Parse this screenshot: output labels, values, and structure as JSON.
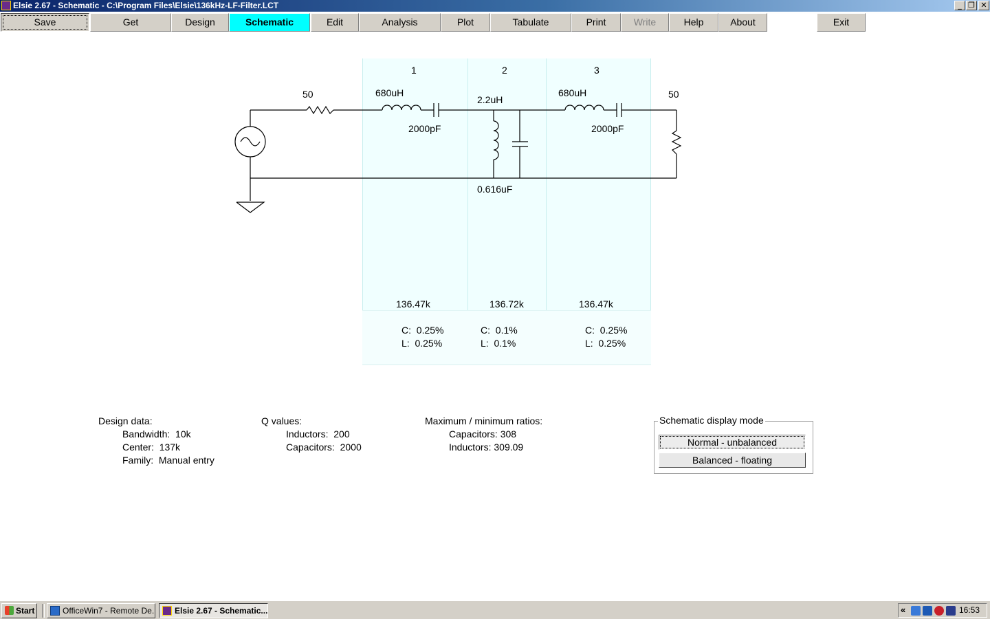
{
  "window": {
    "title": "Elsie 2.67 - Schematic - C:\\Program Files\\Elsie\\136kHz-LF-Filter.LCT",
    "controls": [
      "_",
      "❐",
      "✕"
    ]
  },
  "toolbar": {
    "save": "Save",
    "get": "Get",
    "design": "Design",
    "schematic": "Schematic",
    "edit": "Edit",
    "analysis": "Analysis",
    "plot": "Plot",
    "tabulate": "Tabulate",
    "print": "Print",
    "write": "Write",
    "help": "Help",
    "about": "About",
    "exit": "Exit"
  },
  "schematic": {
    "source_r": "50",
    "load_r": "50",
    "columns": [
      {
        "number": "1",
        "l_value": "680uH",
        "c_value": "2000pF",
        "freq": "136.47k",
        "c_tol": "C:  0.25%",
        "l_tol": "L:  0.25%"
      },
      {
        "number": "2",
        "l_value": "2.2uH",
        "c_value": "0.616uF",
        "freq": "136.72k",
        "c_tol": "C:  0.1%",
        "l_tol": "L:  0.1%"
      },
      {
        "number": "3",
        "l_value": "680uH",
        "c_value": "2000pF",
        "freq": "136.47k",
        "c_tol": "C:  0.25%",
        "l_tol": "L:  0.25%"
      }
    ]
  },
  "design_data": {
    "heading": "Design data:",
    "bandwidth": "Bandwidth:  10k",
    "center": "Center:  137k",
    "family": "Family:  Manual entry"
  },
  "q_values": {
    "heading": "Q values:",
    "inductors": "Inductors:  200",
    "capacitors": "Capacitors:  2000"
  },
  "ratios": {
    "heading": "Maximum / minimum ratios:",
    "capacitors": "Capacitors: 308",
    "inductors": "Inductors: 309.09"
  },
  "display_mode": {
    "legend": "Schematic display mode",
    "normal": "Normal - unbalanced",
    "balanced": "Balanced - floating"
  },
  "taskbar": {
    "start": "Start",
    "task1": "OfficeWin7 - Remote De...",
    "task2": "Elsie 2.67 - Schematic...",
    "chevron": "«",
    "clock": "16:53"
  }
}
